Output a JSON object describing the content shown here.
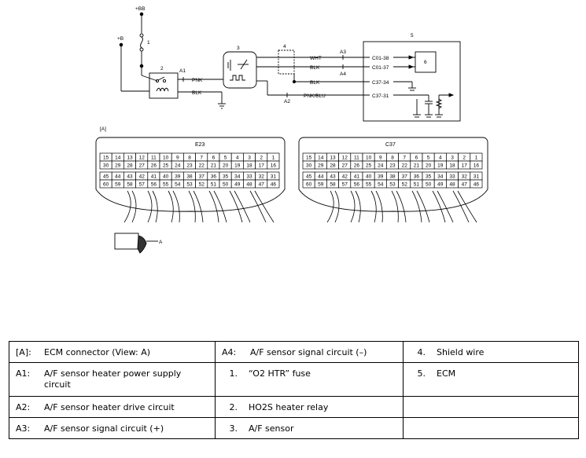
{
  "diagram": {
    "supply_top": "+BB",
    "supply_left": "+B",
    "bracket_label": "[A]",
    "components": [
      "1",
      "2",
      "3",
      "4",
      "5",
      "6"
    ],
    "circuits": [
      "A1",
      "A2",
      "A3",
      "A4",
      "A"
    ],
    "wires": {
      "pnk": "PNK",
      "blk_relay": "BLK",
      "wht": "WHT",
      "blk_sig": "BLK",
      "blk_shield": "BLK",
      "pnk_blu": "PNK/BLU"
    },
    "ecm_pins": [
      "C01-38",
      "C01-37",
      "C37-34",
      "C37-31"
    ],
    "connector_left_name": "E23",
    "connector_right_name": "C37",
    "pin_rows": [
      [
        "15",
        "14",
        "13",
        "12",
        "11",
        "10",
        "9",
        "8",
        "7",
        "6",
        "5",
        "4",
        "3",
        "2",
        "1"
      ],
      [
        "30",
        "29",
        "28",
        "27",
        "26",
        "25",
        "24",
        "23",
        "22",
        "21",
        "20",
        "19",
        "18",
        "17",
        "16"
      ],
      [
        "45",
        "44",
        "43",
        "42",
        "41",
        "40",
        "39",
        "38",
        "37",
        "36",
        "35",
        "34",
        "33",
        "32",
        "31"
      ],
      [
        "60",
        "59",
        "58",
        "57",
        "56",
        "55",
        "54",
        "53",
        "52",
        "51",
        "50",
        "49",
        "48",
        "47",
        "46"
      ]
    ]
  },
  "legend": {
    "rows": [
      [
        {
          "key": "[A]:",
          "text": "ECM connector (View: A)"
        },
        {
          "key": "A4:",
          "text": "A/F sensor signal circuit (–)"
        },
        {
          "key": "4.",
          "text": "Shield wire"
        }
      ],
      [
        {
          "key": "A1:",
          "text": "A/F sensor heater power supply circuit"
        },
        {
          "key": "1.",
          "text": "“O2 HTR” fuse"
        },
        {
          "key": "5.",
          "text": "ECM"
        }
      ],
      [
        {
          "key": "A2:",
          "text": "A/F sensor heater drive circuit"
        },
        {
          "key": "2.",
          "text": "HO2S heater relay"
        },
        {
          "key": "",
          "text": ""
        }
      ],
      [
        {
          "key": "A3:",
          "text": "A/F sensor signal circuit (+)"
        },
        {
          "key": "3.",
          "text": "A/F sensor"
        },
        {
          "key": "",
          "text": ""
        }
      ]
    ]
  }
}
